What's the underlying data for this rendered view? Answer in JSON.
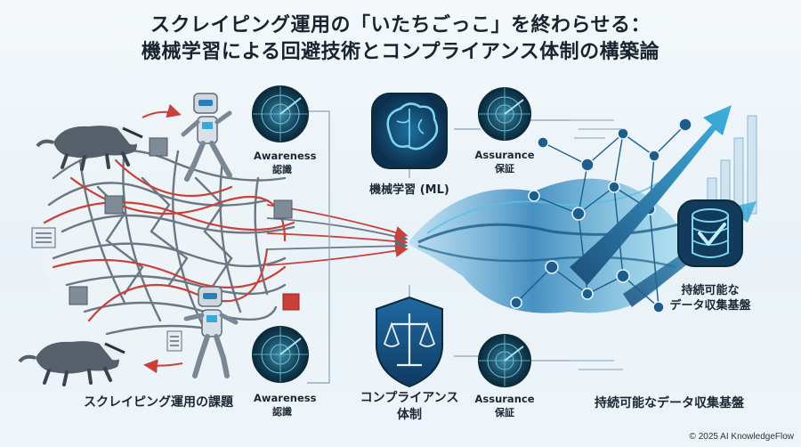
{
  "title": {
    "line1": "スクレイピング運用の「いたちごっこ」を終わらせる：",
    "line2": "機械学習による回避技術とコンプライアンス体制の構築論"
  },
  "labels": {
    "awareness_top_en": "Awareness",
    "awareness_top_jp": "認識",
    "awareness_bottom_en": "Awareness",
    "awareness_bottom_jp": "認識",
    "ml": "機械学習 (ML)",
    "assurance_top_en": "Assurance",
    "assurance_top_jp": "保証",
    "assurance_bottom_en": "Assurance",
    "assurance_bottom_jp": "保証",
    "sustainable_line1": "持続可能な",
    "sustainable_line2": "データ収集基盤",
    "scraping_issue": "スクレイピング運用の課題",
    "compliance_line1": "コンプライアンス",
    "compliance_line2": "体制",
    "sustainable_bottom": "持続可能なデータ収集基盤"
  },
  "copyright": "© 2025 AI KnowledgeFlow",
  "colors": {
    "maze_gray": "#5f6b78",
    "maze_red": "#c9403a",
    "flow_blue": "#1f77b4",
    "dark_navy": "#123a5a",
    "accent_cyan": "#39a9db"
  },
  "icons": [
    "badger-icon",
    "robot-icon",
    "radar-icon",
    "brain-icon",
    "shield-scales-icon",
    "database-check-icon",
    "growth-arrow-icon"
  ]
}
